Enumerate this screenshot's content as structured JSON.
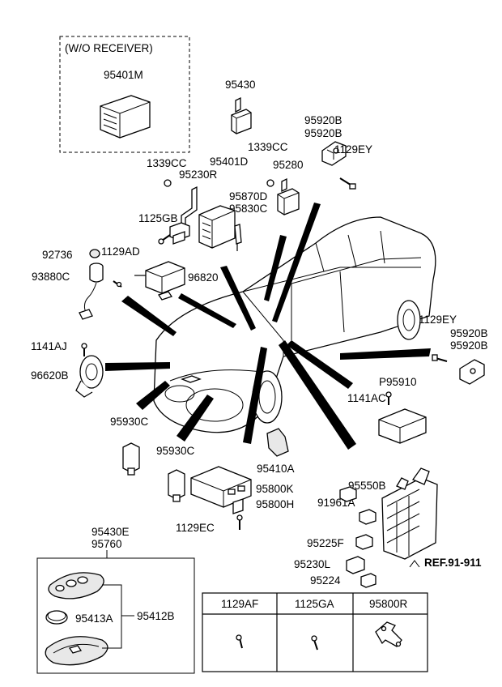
{
  "box_wo_receiver": {
    "title": "(W/O RECEIVER)",
    "part": "95401M"
  },
  "labels": [
    {
      "id": "p95430",
      "text": "95430"
    },
    {
      "id": "p95920b_a",
      "text": "95920B"
    },
    {
      "id": "p95920b_b",
      "text": "95920B"
    },
    {
      "id": "p1339cc_a",
      "text": "1339CC"
    },
    {
      "id": "p1339cc_b",
      "text": "1339CC"
    },
    {
      "id": "p95401d",
      "text": "95401D"
    },
    {
      "id": "p1129ey_a",
      "text": "1129EY"
    },
    {
      "id": "p95230r",
      "text": "95230R"
    },
    {
      "id": "p95280",
      "text": "95280"
    },
    {
      "id": "p95870d",
      "text": "95870D"
    },
    {
      "id": "p95830c",
      "text": "95830C"
    },
    {
      "id": "p1125gb",
      "text": "1125GB"
    },
    {
      "id": "p92736",
      "text": "92736"
    },
    {
      "id": "p1129ad",
      "text": "1129AD"
    },
    {
      "id": "p93880c",
      "text": "93880C"
    },
    {
      "id": "p96820",
      "text": "96820"
    },
    {
      "id": "p1141aj",
      "text": "1141AJ"
    },
    {
      "id": "p96620b",
      "text": "96620B"
    },
    {
      "id": "p1129ey_b",
      "text": "1129EY"
    },
    {
      "id": "p95920b_c",
      "text": "95920B"
    },
    {
      "id": "p95920b_d",
      "text": "95920B"
    },
    {
      "id": "p95910",
      "text": "P95910"
    },
    {
      "id": "p1141ac",
      "text": "1141AC"
    },
    {
      "id": "p95930c_a",
      "text": "95930C"
    },
    {
      "id": "p95930c_b",
      "text": "95930C"
    },
    {
      "id": "p95410a",
      "text": "95410A"
    },
    {
      "id": "p95550b",
      "text": "95550B"
    },
    {
      "id": "p95800k",
      "text": "95800K"
    },
    {
      "id": "p95800h",
      "text": "95800H"
    },
    {
      "id": "p91961a",
      "text": "91961A"
    },
    {
      "id": "p1129ec",
      "text": "1129EC"
    },
    {
      "id": "p95225f",
      "text": "95225F"
    },
    {
      "id": "p95430e",
      "text": "95430E"
    },
    {
      "id": "p95760",
      "text": "95760"
    },
    {
      "id": "p95230l",
      "text": "95230L"
    },
    {
      "id": "pref",
      "text": "REF.91-911"
    },
    {
      "id": "p95224",
      "text": "95224"
    },
    {
      "id": "p95412b",
      "text": "95412B"
    },
    {
      "id": "p95413a",
      "text": "95413A"
    }
  ],
  "table": {
    "headers": [
      "1129AF",
      "1125GA",
      "95800R"
    ]
  }
}
